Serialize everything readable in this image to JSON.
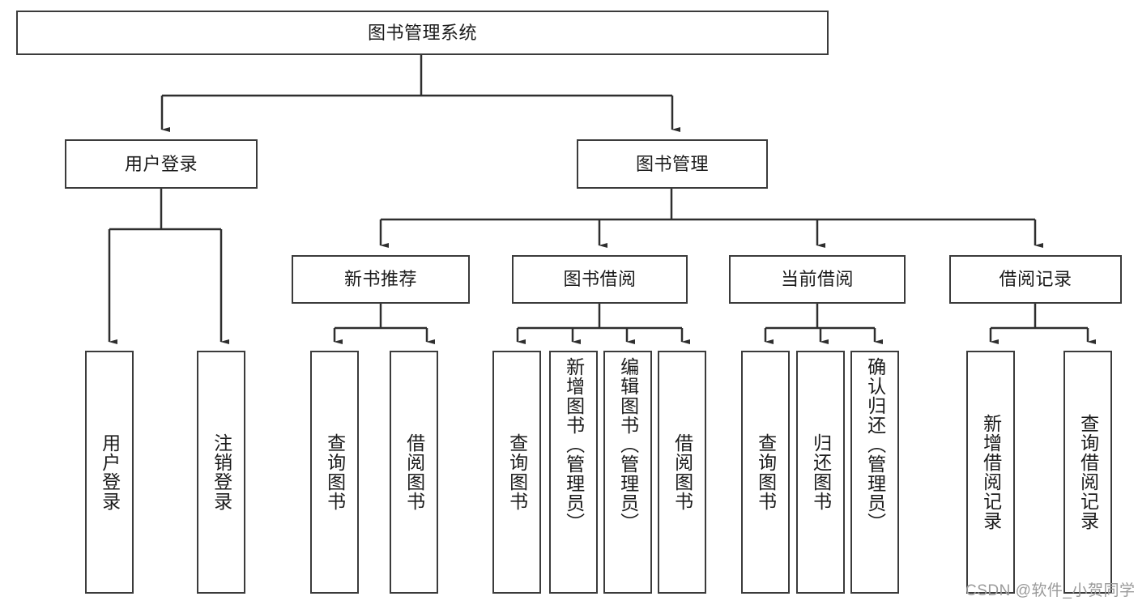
{
  "diagram": {
    "title": "图书管理系统",
    "type": "hierarchy-tree",
    "colors": {
      "border": "#3b3b3b",
      "background": "#ffffff",
      "text": "#1b1b1b",
      "connector": "#2e2e2e",
      "watermark": "#9a9a9a"
    },
    "root": {
      "label": "图书管理系统"
    },
    "level2": [
      {
        "label": "用户登录"
      },
      {
        "label": "图书管理"
      }
    ],
    "level3": [
      {
        "label": "新书推荐"
      },
      {
        "label": "图书借阅"
      },
      {
        "label": "当前借阅"
      },
      {
        "label": "借阅记录"
      }
    ],
    "leaves": {
      "user_login": [
        {
          "label": "用户登录"
        },
        {
          "label": "注销登录"
        }
      ],
      "new_book_recommend": [
        {
          "label": "查询图书"
        },
        {
          "label": "借阅图书"
        }
      ],
      "book_borrow": [
        {
          "label": "查询图书"
        },
        {
          "label": "新增图书（管理员）"
        },
        {
          "label": "编辑图书（管理员）"
        },
        {
          "label": "借阅图书"
        }
      ],
      "current_borrow": [
        {
          "label": "查询图书"
        },
        {
          "label": "归还图书"
        },
        {
          "label": "确认归还（管理员）"
        }
      ],
      "borrow_records": [
        {
          "label": "新增借阅记录"
        },
        {
          "label": "查询借阅记录"
        }
      ]
    }
  },
  "watermark": {
    "text": "CSDN @软件_小贺同学"
  }
}
